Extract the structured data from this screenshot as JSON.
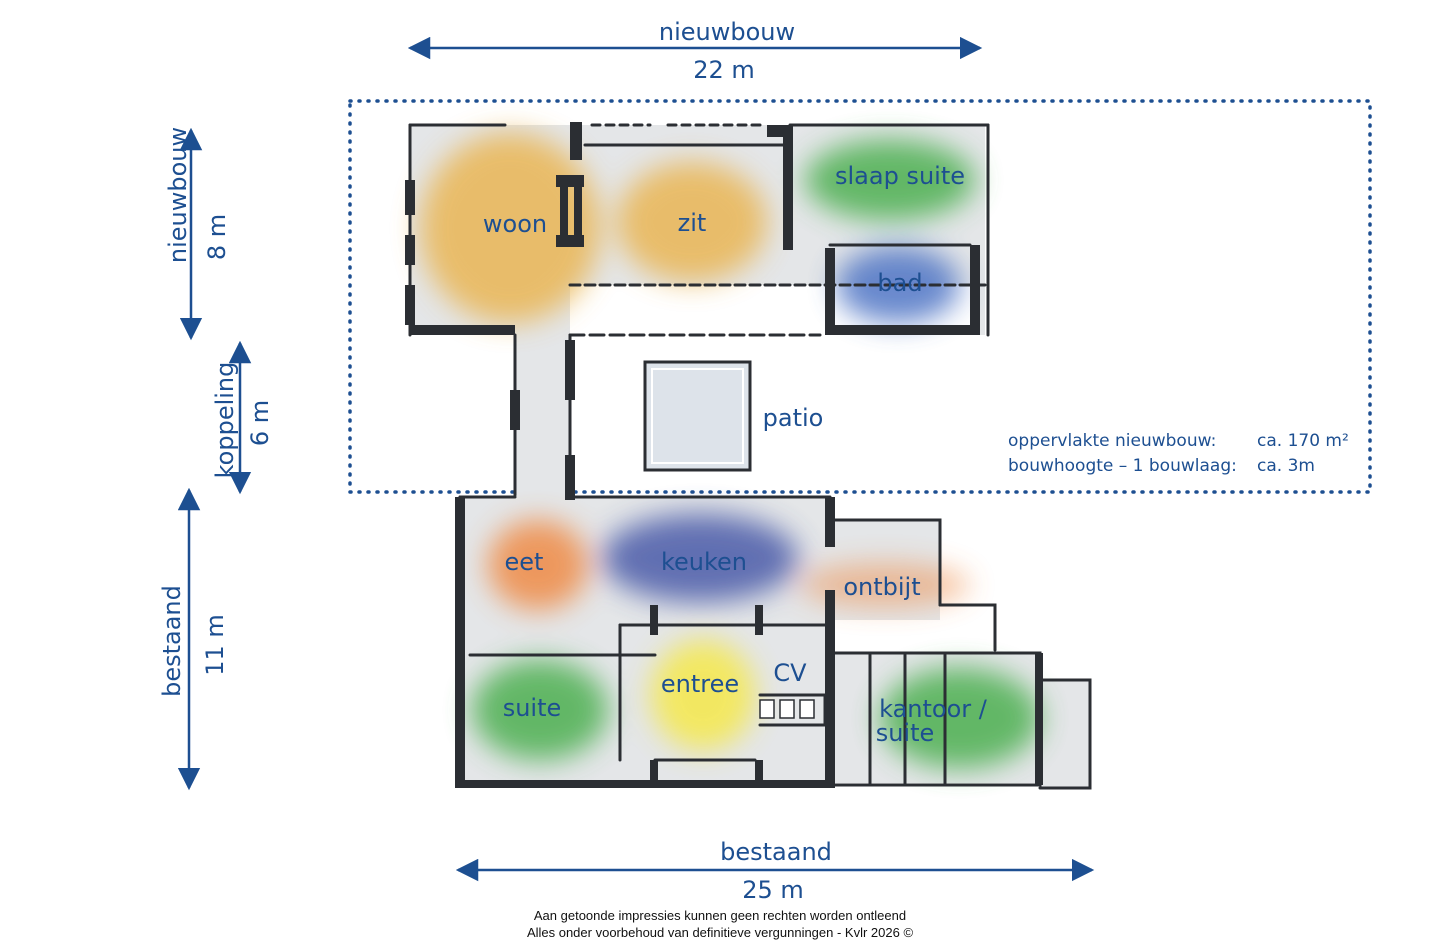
{
  "dimensions": {
    "top_label": "nieuwbouw",
    "top_value": "22 m",
    "bottom_label": "bestaand",
    "bottom_value": "25 m",
    "left_new_label": "nieuwbouw",
    "left_new_value": "8 m",
    "left_link_label": "koppeling",
    "left_link_value": "6 m",
    "left_existing_label": "bestaand",
    "left_existing_value": "11 m"
  },
  "rooms": {
    "woon": "woon",
    "zit": "zit",
    "slaap_suite": "slaap suite",
    "bad": "bad",
    "patio": "patio",
    "eet": "eet",
    "keuken": "keuken",
    "ontbijt": "ontbijt",
    "suite": "suite",
    "entree": "entree",
    "cv": "CV",
    "kantoor_line1": "kantoor /",
    "kantoor_line2": "suite"
  },
  "info": {
    "area_label": "oppervlakte nieuwbouw:",
    "area_value": "ca. 170 m²",
    "height_label": "bouwhoogte – 1 bouwlaag:",
    "height_value": "ca. 3m"
  },
  "footer": {
    "line1": "Aan getoonde impressies kunnen geen rechten worden ontleend",
    "line2": "Alles onder voorbehoud van definitieve vergunningen - Kvlr 2026 ©"
  },
  "colors": {
    "label_blue": "#1d4f91",
    "living_orange": "#e9b552",
    "sleep_green": "#4caf50",
    "bath_blue": "#4d73c4",
    "eat_orange": "#ef8a45",
    "entry_yellow": "#f5e84a",
    "kitchen_blue": "#4a5aa8",
    "floor_grey": "#e4e6e8",
    "wall": "#2b2e33"
  }
}
